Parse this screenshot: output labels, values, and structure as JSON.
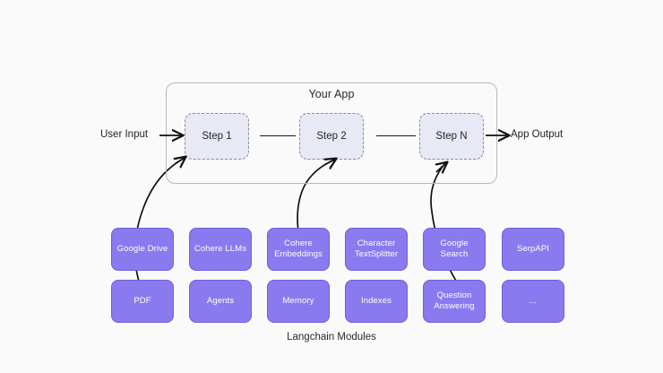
{
  "diagram": {
    "background_color": "#fafafa",
    "caption": "Langchain Modules",
    "app": {
      "title": "Your App",
      "input_label": "User Input",
      "output_label": "App Output",
      "steps": [
        {
          "label": "Step 1"
        },
        {
          "label": "Step 2"
        },
        {
          "label": "Step N"
        }
      ],
      "step_fill_color": "#e7e9f4",
      "step_border_color": "#8b8b92",
      "container_border_color": "#b9b9bd"
    },
    "modules": {
      "fill_color": "#8a7af0",
      "border_color": "#6f5fd6",
      "text_color": "#ffffff",
      "rows": [
        [
          {
            "label": "Google Drive"
          },
          {
            "label": "Cohere LLMs"
          },
          {
            "label": "Cohere Embeddings"
          },
          {
            "label": "Character TextSplitter"
          },
          {
            "label": "Google Search"
          },
          {
            "label": "SerpAPI"
          }
        ],
        [
          {
            "label": "PDF"
          },
          {
            "label": "Agents"
          },
          {
            "label": "Memory"
          },
          {
            "label": "Indexes"
          },
          {
            "label": "Question Answering"
          },
          {
            "label": "..."
          }
        ]
      ]
    },
    "connections": [
      {
        "from": "PDF",
        "to": "Step 1",
        "style": "curved-arrow"
      },
      {
        "from": "Cohere Embeddings",
        "to": "Step 2",
        "style": "curved-arrow"
      },
      {
        "from": "Question Answering",
        "to": "Step N",
        "style": "curved-arrow"
      },
      {
        "from": "Step 1",
        "to": "Step 2",
        "style": "straight-line"
      },
      {
        "from": "Step 2",
        "to": "Step N",
        "style": "straight-line"
      },
      {
        "from": "User Input",
        "to": "Step 1",
        "style": "straight-arrow"
      },
      {
        "from": "Step N",
        "to": "App Output",
        "style": "straight-arrow"
      }
    ]
  }
}
